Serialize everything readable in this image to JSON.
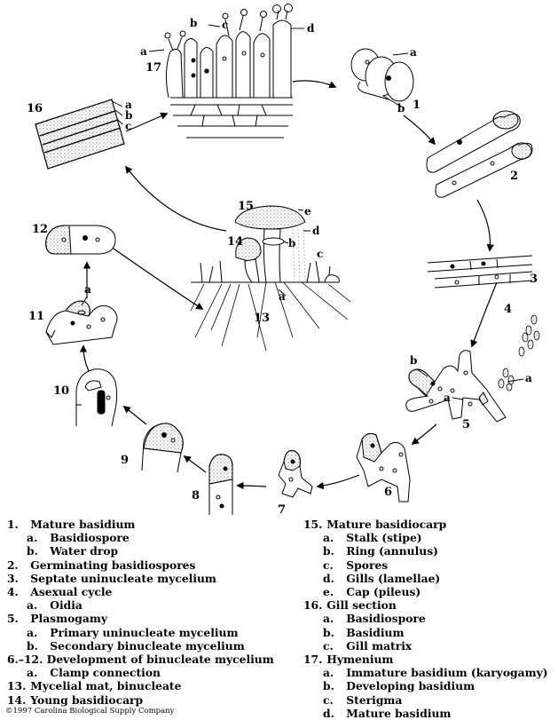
{
  "stage_numbers": [
    "1",
    "2",
    "3",
    "4",
    "5",
    "6",
    "7",
    "8",
    "9",
    "10",
    "11",
    "12",
    "13",
    "14",
    "15",
    "16",
    "17"
  ],
  "labels": {
    "s1a": "a",
    "s1b": "b",
    "s4a": "a",
    "s5a": "a",
    "s5b": "b",
    "s11a": "a",
    "s13a": "a",
    "s15b": "b",
    "s15c": "c",
    "s15d": "d",
    "s15e": "e",
    "s16a": "a",
    "s16b": "b",
    "s16c": "c",
    "s17a": "a",
    "s17b": "b",
    "s17c": "c",
    "s17d": "d"
  },
  "legend_left": [
    {
      "n": "1.",
      "t": "Mature basidium",
      "sub": false
    },
    {
      "n": "a.",
      "t": "Basidiospore",
      "sub": true
    },
    {
      "n": "b.",
      "t": "Water drop",
      "sub": true
    },
    {
      "n": "2.",
      "t": "Germinating basidiospores",
      "sub": false
    },
    {
      "n": "3.",
      "t": "Septate uninucleate mycelium",
      "sub": false
    },
    {
      "n": "4.",
      "t": "Asexual cycle",
      "sub": false
    },
    {
      "n": "a.",
      "t": "Oidia",
      "sub": true
    },
    {
      "n": "5.",
      "t": "Plasmogamy",
      "sub": false
    },
    {
      "n": "a.",
      "t": "Primary uninucleate mycelium",
      "sub": true
    },
    {
      "n": "b.",
      "t": "Secondary binucleate mycelium",
      "sub": true
    },
    {
      "n": "6.–12.",
      "t": "Development of binucleate mycelium",
      "sub": false
    },
    {
      "n": "a.",
      "t": "Clamp connection",
      "sub": true
    },
    {
      "n": "13.",
      "t": "Mycelial mat, binucleate",
      "sub": false
    },
    {
      "n": "14.",
      "t": "Young basidiocarp",
      "sub": false
    }
  ],
  "legend_right": [
    {
      "n": "15.",
      "t": "Mature basidiocarp",
      "sub": false
    },
    {
      "n": "a.",
      "t": "Stalk (stipe)",
      "sub": true
    },
    {
      "n": "b.",
      "t": "Ring (annulus)",
      "sub": true
    },
    {
      "n": "c.",
      "t": "Spores",
      "sub": true
    },
    {
      "n": "d.",
      "t": "Gills (lamellae)",
      "sub": true
    },
    {
      "n": "e.",
      "t": "Cap (pileus)",
      "sub": true
    },
    {
      "n": "16.",
      "t": "Gill section",
      "sub": false
    },
    {
      "n": "a.",
      "t": "Basidiospore",
      "sub": true
    },
    {
      "n": "b.",
      "t": "Basidium",
      "sub": true
    },
    {
      "n": "c.",
      "t": "Gill matrix",
      "sub": true
    },
    {
      "n": "17.",
      "t": "Hymenium",
      "sub": false
    },
    {
      "n": "a.",
      "t": "Immature basidium (karyogamy)",
      "sub": true
    },
    {
      "n": "b.",
      "t": "Developing basidium",
      "sub": true
    },
    {
      "n": "c.",
      "t": "Sterigma",
      "sub": true
    },
    {
      "n": "d.",
      "t": "Mature basidium",
      "sub": true
    }
  ],
  "copyright": "©1997  Carolina Biological Supply Company"
}
